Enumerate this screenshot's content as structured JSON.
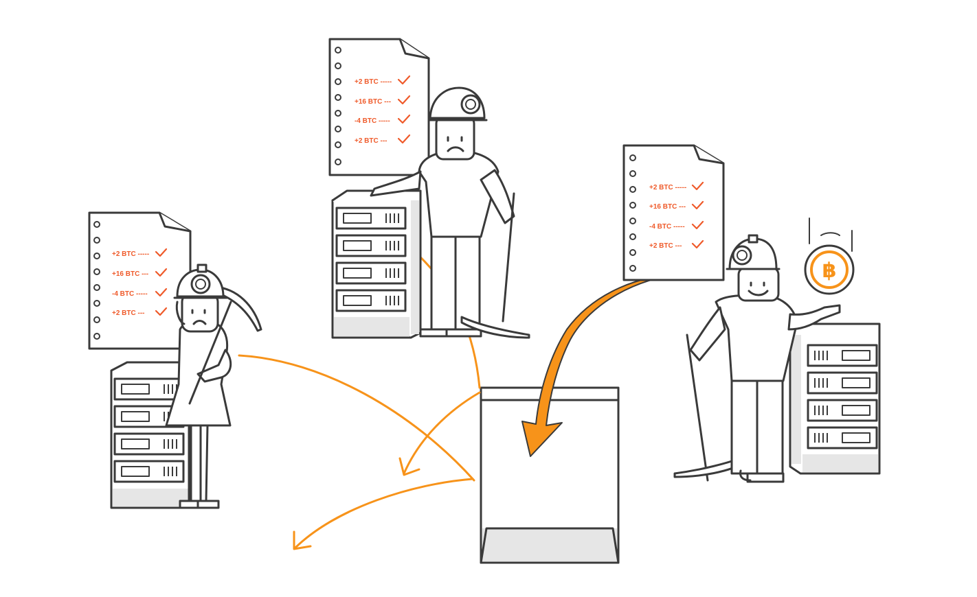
{
  "ledgers": {
    "left": [
      "+2 BTC -----",
      "+16 BTC ---",
      "-4 BTC -----",
      "+2 BTC ---"
    ],
    "center": [
      "+2 BTC -----",
      "+16 BTC ---",
      "-4 BTC -----",
      "+2 BTC ---"
    ],
    "right": [
      "+2 BTC -----",
      "+16 BTC ---",
      "-4 BTC -----",
      "+2 BTC ---"
    ]
  },
  "coin": {
    "symbol": "฿",
    "icon": "bitcoin-icon"
  },
  "colors": {
    "accent": "#f7931a",
    "ledger_text": "#ef5a2a",
    "outline": "#3a3a3a",
    "shade": "#e6e6e6"
  }
}
